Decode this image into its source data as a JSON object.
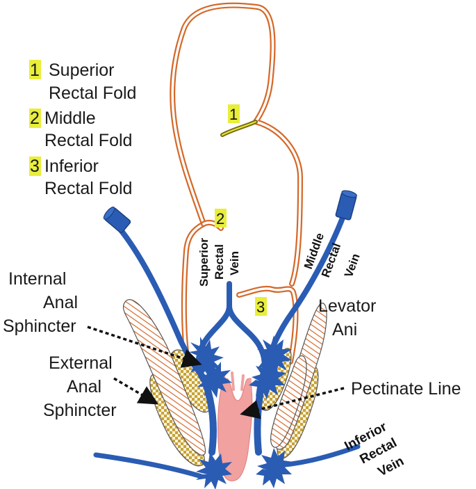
{
  "legend": {
    "items": [
      {
        "number": "1",
        "line1": "Superior",
        "line2": "Rectal Fold"
      },
      {
        "number": "2",
        "line1": "Middle",
        "line2": "Rectal Fold"
      },
      {
        "number": "3",
        "line1": "Inferior",
        "line2": "Rectal Fold"
      }
    ]
  },
  "labels": {
    "internal_sphincter": [
      "Internal",
      "Anal",
      "Sphincter"
    ],
    "external_sphincter": [
      "External",
      "Anal",
      "Sphincter"
    ],
    "levator_ani": [
      "Levator",
      "Ani"
    ],
    "pectinate_line": "Pectinate Line",
    "superior_rectal_vein": [
      "Superior",
      "Rectal",
      "Vein"
    ],
    "middle_rectal_vein": [
      "Middle",
      "Rectal",
      "Vein"
    ],
    "inferior_rectal_vein": [
      "Inferior",
      "Rectal",
      "Vein"
    ]
  },
  "fold_markers": [
    "1",
    "2",
    "3"
  ],
  "colors": {
    "rectum_wall": "#d4692a",
    "vein": "#2a5cb3",
    "marker_highlight": "#e8ee3a",
    "anal_canal": "#f0a1a0",
    "external_sphincter_fill": "#c8a236",
    "internal_sphincter_stripe": "#d4692a"
  }
}
